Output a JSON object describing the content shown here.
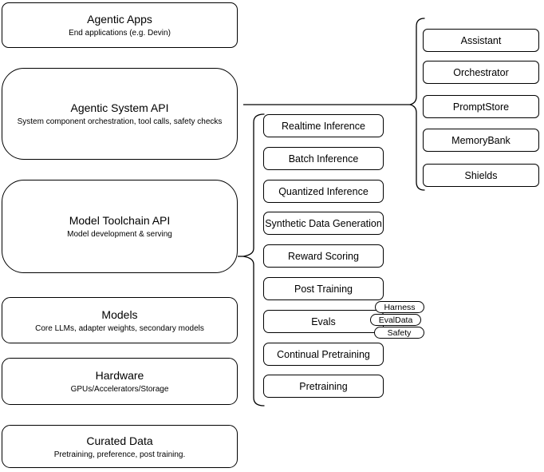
{
  "diagram": {
    "left_column": [
      {
        "title": "Agentic Apps",
        "subtitle": "End applications (e.g. Devin)"
      },
      {
        "title": "Agentic System API",
        "subtitle": "System component orchestration, tool calls, safety checks"
      },
      {
        "title": "Model Toolchain API",
        "subtitle": "Model development & serving"
      },
      {
        "title": "Models",
        "subtitle": "Core LLMs, adapter weights, secondary models"
      },
      {
        "title": "Hardware",
        "subtitle": "GPUs/Accelerators/Storage"
      },
      {
        "title": "Curated Data",
        "subtitle": "Pretraining, preference, post training."
      }
    ],
    "toolchain_group": {
      "items": [
        "Realtime Inference",
        "Batch Inference",
        "Quantized Inference",
        "Synthetic Data Generation",
        "Reward Scoring",
        "Post Training",
        "Evals",
        "Continual Pretraining",
        "Pretraining"
      ],
      "eval_tags": [
        "Harness",
        "EvalData",
        "Safety"
      ]
    },
    "system_group": {
      "items": [
        "Assistant",
        "Orchestrator",
        "PromptStore",
        "MemoryBank",
        "Shields"
      ]
    },
    "colors": {
      "stroke": "#000000",
      "fill": "#ffffff",
      "background": "#ffffff"
    }
  }
}
